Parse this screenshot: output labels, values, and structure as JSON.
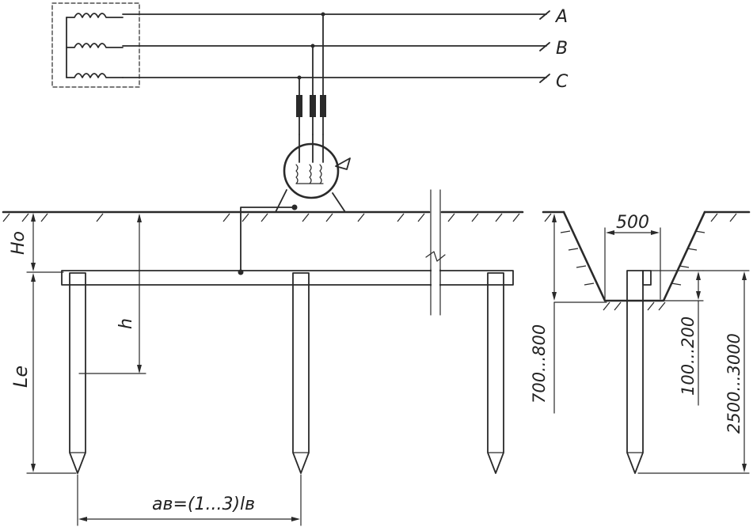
{
  "phases": [
    "A",
    "B",
    "C"
  ],
  "labels": {
    "depth_to_electrode": "Hо",
    "depth_h": "h",
    "electrode_length": "Lе",
    "spacing": "ав=(1...3)lв",
    "trench_bottom_width": "500",
    "trench_depth": "700...800",
    "rod_projection": "100...200",
    "rod_length": "2500...3000"
  }
}
